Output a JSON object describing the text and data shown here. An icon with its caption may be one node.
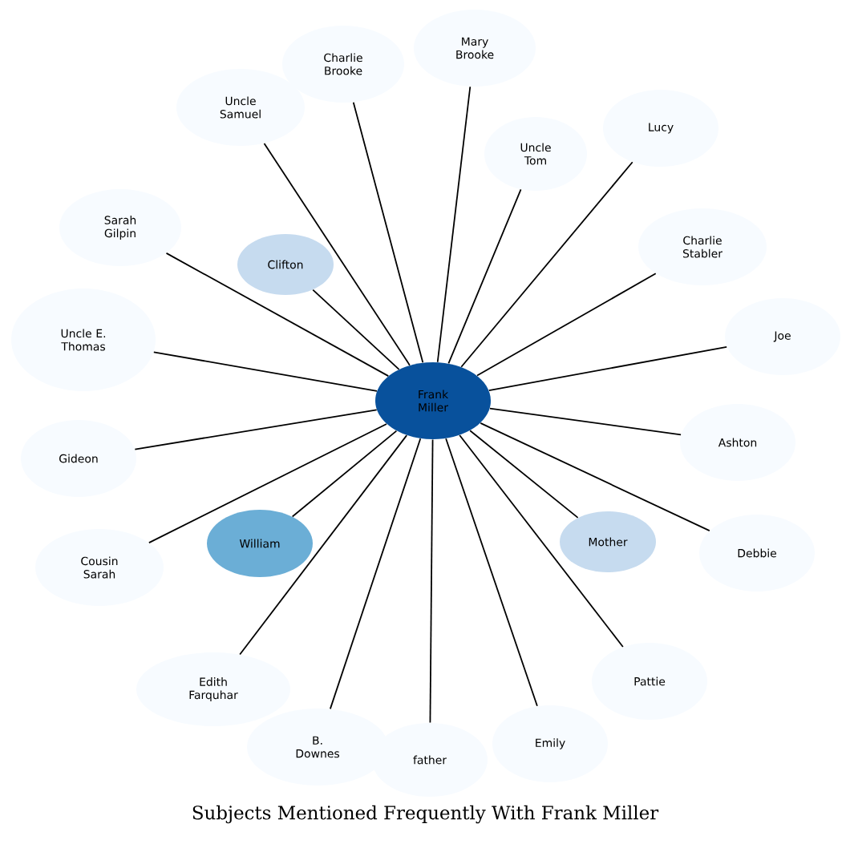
{
  "diagram": {
    "title": "Subjects Mentioned Frequently With Frank Miller",
    "nodes": [
      {
        "text": [
          "Frank Miller"
        ]
      },
      {
        "text": [
          "Mary Brooke"
        ]
      },
      {
        "text": [
          "Charlie Brooke"
        ]
      },
      {
        "text": [
          "Uncle Samuel"
        ]
      },
      {
        "text": [
          "Sarah Gilpin"
        ]
      },
      {
        "text": [
          "Clifton"
        ]
      },
      {
        "text": [
          "Uncle E. Thomas"
        ]
      },
      {
        "text": [
          "Gideon"
        ]
      },
      {
        "text": [
          "William"
        ]
      },
      {
        "text": [
          "Cousin Sarah"
        ]
      },
      {
        "text": [
          "Edith Farquhar"
        ]
      },
      {
        "text": [
          "B. Downes"
        ]
      },
      {
        "text": [
          "father"
        ]
      },
      {
        "text": [
          "Emily"
        ]
      },
      {
        "text": [
          "Pattie"
        ]
      },
      {
        "text": [
          "Mother"
        ]
      },
      {
        "text": [
          "Debbie"
        ]
      },
      {
        "text": [
          "Ashton"
        ]
      },
      {
        "text": [
          "Joe"
        ]
      },
      {
        "text": [
          "Charlie Stabler"
        ]
      },
      {
        "text": [
          "Lucy"
        ]
      },
      {
        "text": [
          "Uncle Tom"
        ]
      }
    ],
    "edges": [
      {
        "from": 0,
        "to": 1,
        "arrow": "none"
      },
      {
        "from": 0,
        "to": 2,
        "arrow": "none"
      },
      {
        "from": 0,
        "to": 3,
        "arrow": "none"
      },
      {
        "from": 0,
        "to": 4,
        "arrow": "none"
      },
      {
        "from": 0,
        "to": 5,
        "arrow": "none"
      },
      {
        "from": 0,
        "to": 6,
        "arrow": "none"
      },
      {
        "from": 0,
        "to": 7,
        "arrow": "none"
      },
      {
        "from": 0,
        "to": 8,
        "arrow": "none"
      },
      {
        "from": 0,
        "to": 9,
        "arrow": "none"
      },
      {
        "from": 0,
        "to": 10,
        "arrow": "none"
      },
      {
        "from": 0,
        "to": 11,
        "arrow": "none"
      },
      {
        "from": 0,
        "to": 12,
        "arrow": "none"
      },
      {
        "from": 0,
        "to": 13,
        "arrow": "none"
      },
      {
        "from": 0,
        "to": 14,
        "arrow": "none"
      },
      {
        "from": 0,
        "to": 15,
        "arrow": "none"
      },
      {
        "from": 0,
        "to": 16,
        "arrow": "none"
      },
      {
        "from": 0,
        "to": 17,
        "arrow": "none"
      },
      {
        "from": 0,
        "to": 18,
        "arrow": "none"
      },
      {
        "from": 0,
        "to": 19,
        "arrow": "none"
      },
      {
        "from": 0,
        "to": 20,
        "arrow": "none"
      },
      {
        "from": 0,
        "to": 21,
        "arrow": "none"
      }
    ]
  }
}
